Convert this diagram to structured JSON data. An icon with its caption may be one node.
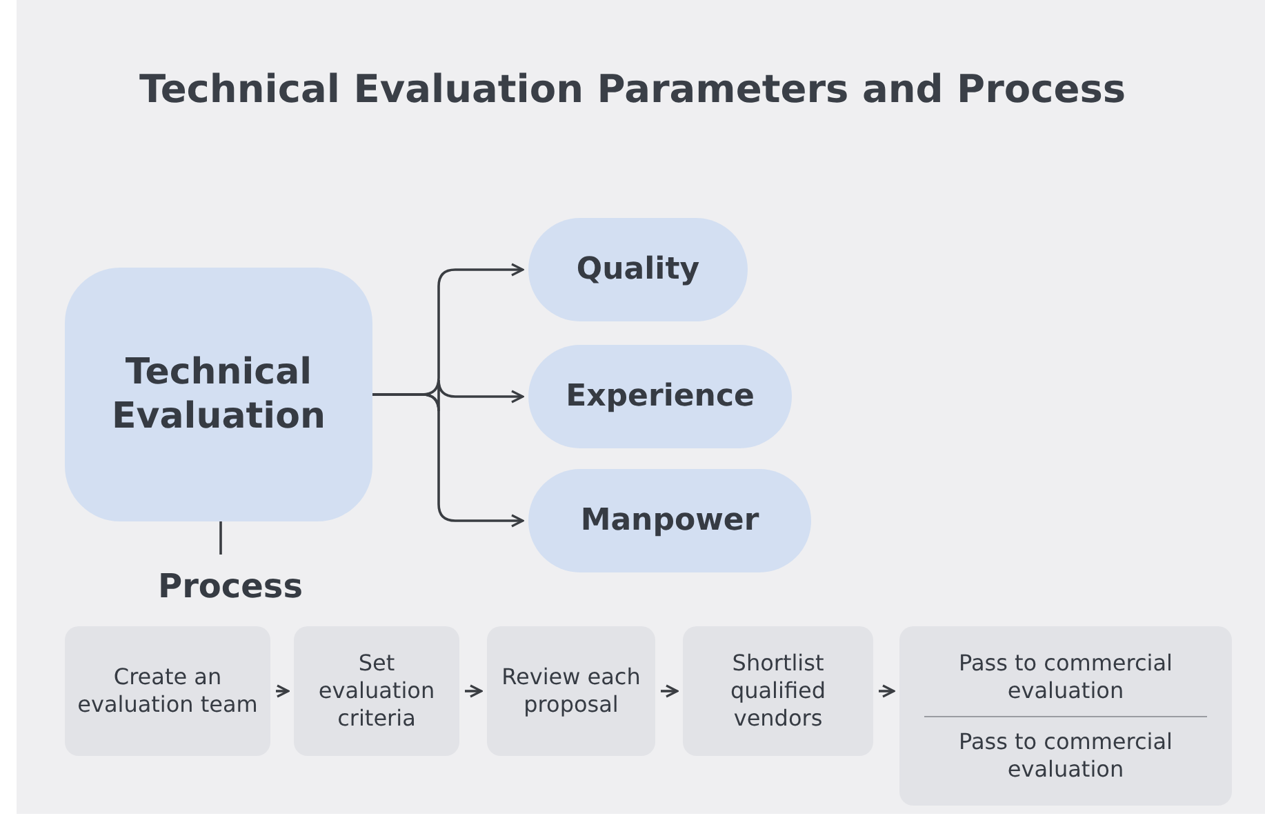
{
  "diagram": {
    "title": "Technical Evaluation Parameters and Process",
    "nodes": [
      {
        "text": [
          "Technical Evaluation"
        ]
      },
      {
        "text": [
          "Quality"
        ]
      },
      {
        "text": [
          "Experience"
        ]
      },
      {
        "text": [
          "Manpower"
        ]
      },
      {
        "text": [
          "Process"
        ]
      },
      {
        "text": [
          "Create an evaluation team"
        ]
      },
      {
        "text": [
          "Set evaluation criteria"
        ]
      },
      {
        "text": [
          "Review each proposal"
        ]
      },
      {
        "text": [
          "Shortlist qualified vendors"
        ]
      },
      {
        "text": [
          "Pass to commercial evaluation",
          "Pass to commercial evaluation"
        ]
      }
    ],
    "edges": [
      {
        "from": 0,
        "to": 1,
        "arrow": "to"
      },
      {
        "from": 0,
        "to": 2,
        "arrow": "to"
      },
      {
        "from": 0,
        "to": 3,
        "arrow": "to"
      },
      {
        "from": 0,
        "to": 4,
        "arrow": "none"
      },
      {
        "from": 5,
        "to": 6,
        "arrow": "to"
      },
      {
        "from": 6,
        "to": 7,
        "arrow": "to"
      },
      {
        "from": 7,
        "to": 8,
        "arrow": "to"
      },
      {
        "from": 8,
        "to": 9,
        "arrow": "to"
      }
    ]
  }
}
